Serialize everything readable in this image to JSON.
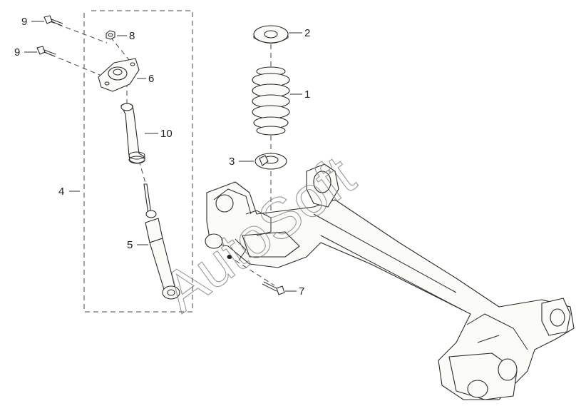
{
  "callouts": {
    "c1": "1",
    "c2": "2",
    "c3": "3",
    "c4": "4",
    "c5": "5",
    "c6": "6",
    "c7": "7",
    "c8": "8",
    "c9a": "9",
    "c9b": "9",
    "c10": "10"
  },
  "watermark": {
    "brand": "AutoSoft"
  }
}
